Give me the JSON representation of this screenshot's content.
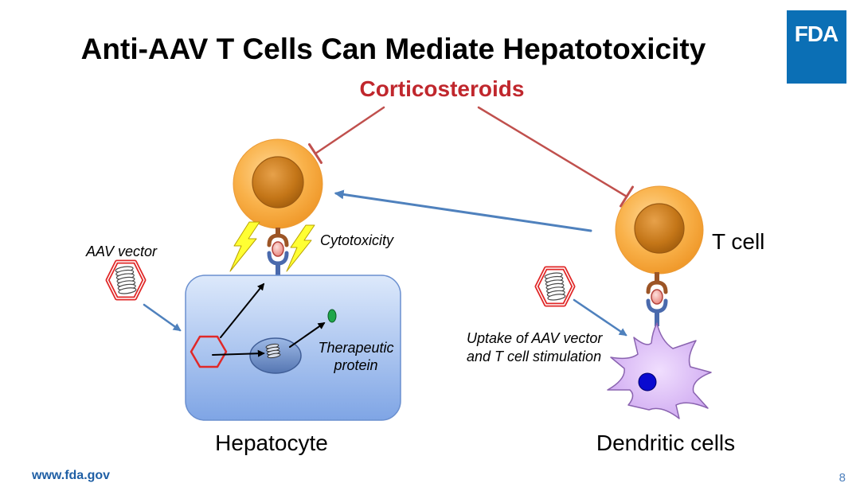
{
  "slide": {
    "title": "Anti-AAV T Cells Can Mediate Hepatotoxicity",
    "footer_url": "www.fda.gov",
    "page_number": "8"
  },
  "logo": {
    "text": "FDA",
    "background_color": "#0b6fb5",
    "text_color": "#ffffff"
  },
  "diagram": {
    "inhibitor_label": "Corticosteroids",
    "labels": {
      "aav_vector": "AAV vector",
      "cytotoxicity": "Cytotoxicity",
      "therapeutic_protein": [
        "Therapeutic",
        "protein"
      ],
      "hepatocyte": "Hepatocyte",
      "t_cell": "T cell",
      "uptake": [
        "Uptake of AAV vector",
        "and T cell stimulation"
      ],
      "dendritic_cells": "Dendritic cells"
    },
    "icons": {
      "t_cell": "t-cell-icon",
      "aav_vector": "aav-vector-icon",
      "cytotoxicity": "lightning-icon",
      "hepatocyte": "hepatocyte-icon",
      "nucleus": "nucleus-icon",
      "vector_genome": "dna-coil-icon",
      "therapeutic_protein": "protein-icon",
      "dendritic_cell": "dendritic-cell-icon",
      "t_cell_receptor": "t-cell-receptor-icon",
      "mhc_receptor": "mhc-icon",
      "antigen": "antigen-icon"
    },
    "colors": {
      "inhibitor_text": "#c0272d",
      "inhibitor_line": "#c0504d",
      "activation_arrow": "#4f81bd",
      "process_arrow": "#000000",
      "t_cell": "#f8ad45",
      "t_cell_nucleus": "#c47618",
      "hepatocyte": "#8eb1ea",
      "dendritic_cell": "#dcb8f6",
      "dendritic_nucleus": "#0a0ad0",
      "lightning": "#ffff33",
      "capsid": "#e02828",
      "protein": "#1ea64a",
      "footer_url": "#1f5fa5",
      "page_number": "#4f81bd"
    }
  }
}
